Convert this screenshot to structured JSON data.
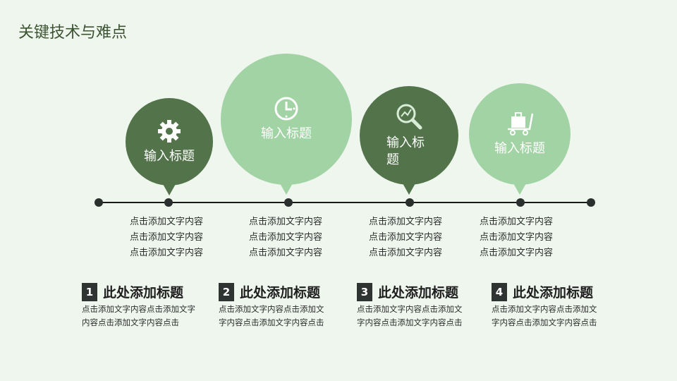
{
  "title": "关键技术与难点",
  "colors": {
    "background": "#eef6ee",
    "dark_green": "#53744a",
    "light_green": "#a2d3a4",
    "timeline": "#1a1a1a",
    "dot": "#2b2f2d",
    "title_text": "#3d5433"
  },
  "bubbles": [
    {
      "label": "输入标题",
      "icon": "gear-icon",
      "style": "dark"
    },
    {
      "label": "输入标题",
      "icon": "clock-icon",
      "style": "light"
    },
    {
      "label": "输入标题",
      "icon": "search-chart-icon",
      "style": "dark"
    },
    {
      "label": "输入标题",
      "icon": "luggage-cart-icon",
      "style": "light"
    }
  ],
  "timeline_texts": [
    [
      "点击添加文字内容",
      "点击添加文字内容",
      "点击添加文字内容"
    ],
    [
      "点击添加文字内容",
      "点击添加文字内容",
      "点击添加文字内容"
    ],
    [
      "点击添加文字内容",
      "点击添加文字内容",
      "点击添加文字内容"
    ],
    [
      "点击添加文字内容",
      "点击添加文字内容",
      "点击添加文字内容"
    ]
  ],
  "items": [
    {
      "number": "1",
      "heading": "此处添加标题",
      "desc": "点击添加文字内容点击添加文字内容点击添加文字内容点击"
    },
    {
      "number": "2",
      "heading": "此处添加标题",
      "desc": "点击添加文字内容点击添加文字内容点击添加文字内容点击"
    },
    {
      "number": "3",
      "heading": "此处添加标题",
      "desc": "点击添加文字内容点击添加文字内容点击添加文字内容点击"
    },
    {
      "number": "4",
      "heading": "此处添加标题",
      "desc": "点击添加文字内容点击添加文字内容点击添加文字内容点击"
    }
  ]
}
